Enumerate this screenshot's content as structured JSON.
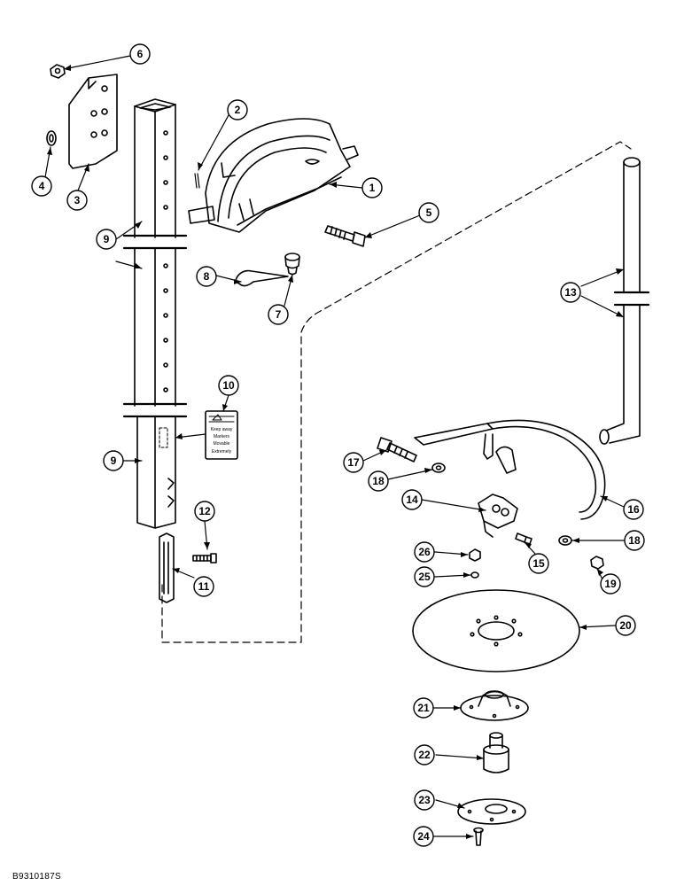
{
  "callouts": [
    "1",
    "2",
    "3",
    "4",
    "5",
    "6",
    "7",
    "8",
    "9",
    "9",
    "9",
    "10",
    "11",
    "12",
    "13",
    "14",
    "15",
    "16",
    "17",
    "18",
    "18",
    "19",
    "20",
    "21",
    "22",
    "23",
    "24",
    "25",
    "26"
  ],
  "decal_text": [
    "Keep away",
    "Markers",
    "Movable",
    "Extremely"
  ],
  "reference_code": "B9310187S"
}
